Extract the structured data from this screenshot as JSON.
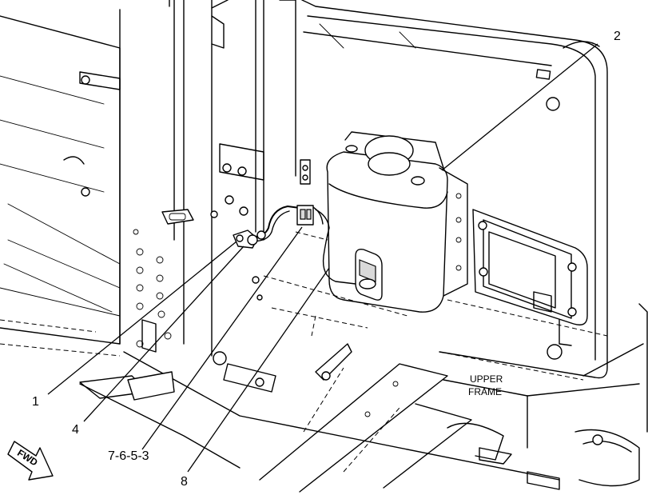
{
  "callouts": {
    "c1": "1",
    "c2": "2",
    "c4": "4",
    "c7653": "7-6-5-3",
    "c8": "8"
  },
  "labels": {
    "upper": "UPPER",
    "frame": "FRAME",
    "fwd": "FWD"
  }
}
